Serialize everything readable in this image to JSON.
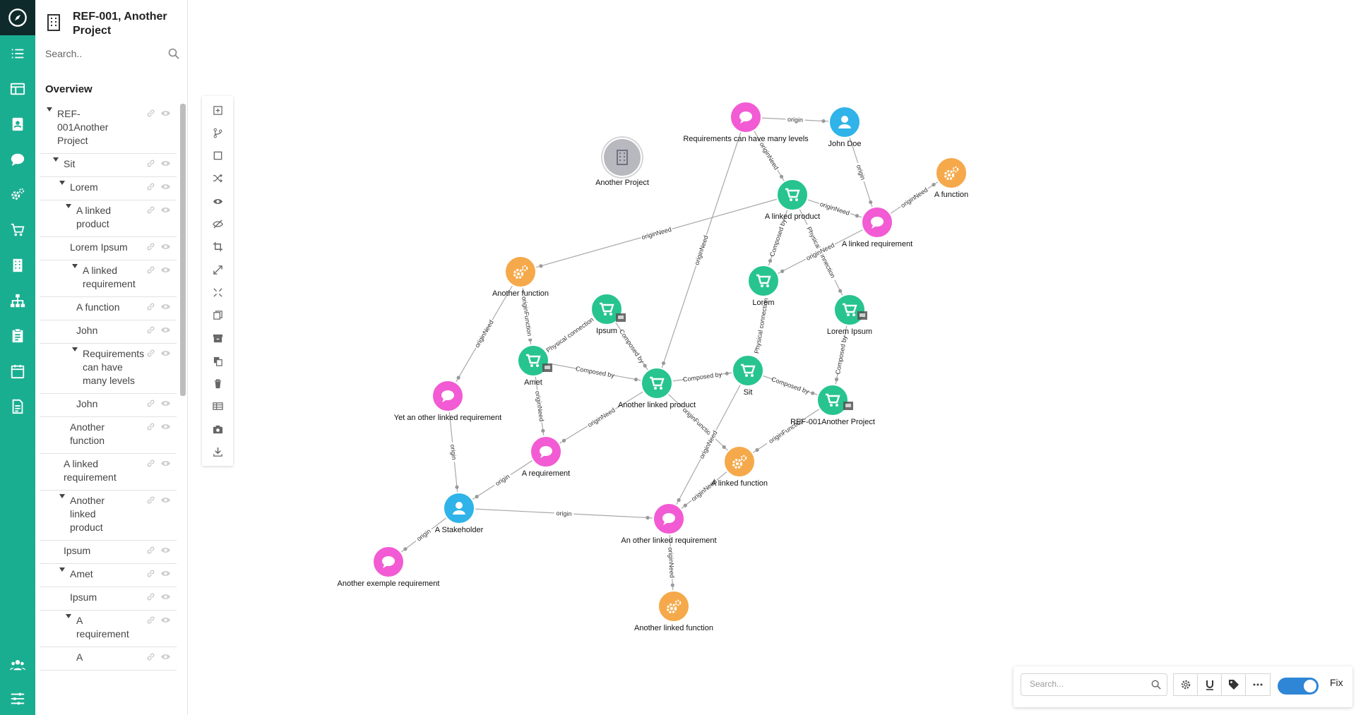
{
  "project": {
    "title": "REF-001, Another Project"
  },
  "panel": {
    "search_placeholder": "Search..",
    "overview_label": "Overview",
    "tree": [
      {
        "label": "REF-001Another Project",
        "lines": [
          "REF-",
          "001Another",
          "Project"
        ],
        "expandable": true
      },
      {
        "label": "Sit",
        "lines": [
          "Sit"
        ],
        "expandable": true
      },
      {
        "label": "Lorem",
        "lines": [
          "Lorem"
        ],
        "expandable": true
      },
      {
        "label": "A linked product",
        "lines": [
          "A linked",
          "product"
        ],
        "expandable": true
      },
      {
        "label": "Lorem Ipsum",
        "lines": [
          "Lorem Ipsum"
        ],
        "expandable": false
      },
      {
        "label": "A linked requirement",
        "lines": [
          "A linked",
          "requirement"
        ],
        "expandable": true
      },
      {
        "label": "A function",
        "lines": [
          "A function"
        ],
        "expandable": false
      },
      {
        "label": "John",
        "lines": [
          "John"
        ],
        "expandable": false
      },
      {
        "label": "Requirements can have many levels",
        "lines": [
          "Requirements",
          "can have",
          "many levels"
        ],
        "expandable": true
      },
      {
        "label": "John",
        "lines": [
          "John"
        ],
        "expandable": false
      },
      {
        "label": "Another function",
        "lines": [
          "Another",
          "function"
        ],
        "expandable": false
      },
      {
        "label": "A linked requirement",
        "lines": [
          "A linked",
          "requirement"
        ],
        "expandable": false
      },
      {
        "label": "Another linked product",
        "lines": [
          "Another",
          "linked",
          "product"
        ],
        "expandable": true
      },
      {
        "label": "Ipsum",
        "lines": [
          "Ipsum"
        ],
        "expandable": false
      },
      {
        "label": "Amet",
        "lines": [
          "Amet"
        ],
        "expandable": true
      },
      {
        "label": "Ipsum",
        "lines": [
          "Ipsum"
        ],
        "expandable": false
      },
      {
        "label": "A requirement",
        "lines": [
          "A",
          "requirement"
        ],
        "expandable": true
      },
      {
        "label": "A",
        "lines": [
          "A"
        ],
        "expandable": false
      }
    ]
  },
  "rail_icons": [
    "compass-icon",
    "task-list-icon",
    "board-icon",
    "contact-card-icon",
    "chat-icon",
    "gears-icon",
    "cart-icon",
    "building-icon",
    "hierarchy-icon",
    "clipboard-icon",
    "calendar-icon",
    "document-icon",
    "people-icon",
    "sliders-icon"
  ],
  "toolbar_icons": [
    "add-node-icon",
    "branch-icon",
    "square-icon",
    "shuffle-icon",
    "show-icon",
    "hide-icon",
    "crop-icon",
    "expand-icon",
    "fit-icon",
    "copy-icon",
    "archive-icon",
    "duplicate-icon",
    "trash-icon",
    "table-icon",
    "camera-icon",
    "download-icon"
  ],
  "graph": {
    "colors": {
      "requirement": "#f25bd3",
      "stakeholder": "#2fb3e9",
      "product": "#27c48f",
      "function": "#f5a94a",
      "project": "#b8b8bf"
    },
    "nodes": [
      {
        "id": "req_levels",
        "type": "requirement",
        "label": "Requirements can have many levels"
      },
      {
        "id": "john",
        "type": "stakeholder",
        "label": "John Doe"
      },
      {
        "id": "project",
        "type": "project",
        "label": "Another Project"
      },
      {
        "id": "a_function",
        "type": "function",
        "label": "A function"
      },
      {
        "id": "linked_product",
        "type": "product",
        "label": "A linked product"
      },
      {
        "id": "linked_req",
        "type": "requirement",
        "label": "A linked requirement"
      },
      {
        "id": "another_function",
        "type": "function",
        "label": "Another function"
      },
      {
        "id": "lorem",
        "type": "product",
        "label": "Lorem"
      },
      {
        "id": "lorem_ipsum",
        "type": "product",
        "label": "Lorem Ipsum"
      },
      {
        "id": "ipsum",
        "type": "product",
        "label": "Ipsum"
      },
      {
        "id": "amet",
        "type": "product",
        "label": "Amet"
      },
      {
        "id": "another_linked_product",
        "type": "product",
        "label": "Another linked product"
      },
      {
        "id": "sit",
        "type": "product",
        "label": "Sit"
      },
      {
        "id": "ref001",
        "type": "product",
        "label": "REF-001Another Project"
      },
      {
        "id": "yet_req",
        "type": "requirement",
        "label": "Yet an other linked requirement"
      },
      {
        "id": "a_req",
        "type": "requirement",
        "label": "A requirement"
      },
      {
        "id": "a_linked_function",
        "type": "function",
        "label": "A linked function"
      },
      {
        "id": "stakeholder",
        "type": "stakeholder",
        "label": "A Stakeholder"
      },
      {
        "id": "other_req",
        "type": "requirement",
        "label": "An other linked requirement"
      },
      {
        "id": "exemple_req",
        "type": "requirement",
        "label": "Another exemple requirement"
      },
      {
        "id": "another_linked_function",
        "type": "function",
        "label": "Another linked function"
      }
    ],
    "edges": [
      {
        "from": "req_levels",
        "to": "john",
        "label": "origin"
      },
      {
        "from": "req_levels",
        "to": "linked_product",
        "label": "originNeed"
      },
      {
        "from": "john",
        "to": "linked_req",
        "label": "origin"
      },
      {
        "from": "linked_req",
        "to": "a_function",
        "label": "originNeed"
      },
      {
        "from": "linked_product",
        "to": "linked_req",
        "label": "originNeed"
      },
      {
        "from": "linked_product",
        "to": "another_function",
        "label": "originNeed"
      },
      {
        "from": "linked_product",
        "to": "lorem",
        "label": "Composed by"
      },
      {
        "from": "linked_product",
        "to": "lorem_ipsum",
        "label": "Physical connection"
      },
      {
        "from": "linked_req",
        "to": "lorem",
        "label": "originNeed"
      },
      {
        "from": "req_levels",
        "to": "another_linked_product",
        "label": "originNeed"
      },
      {
        "from": "another_function",
        "to": "amet",
        "label": "originFunction"
      },
      {
        "from": "another_function",
        "to": "yet_req",
        "label": "originNeed"
      },
      {
        "from": "amet",
        "to": "ipsum",
        "label": "Physical connection"
      },
      {
        "from": "ipsum",
        "to": "another_linked_product",
        "label": "Composed by"
      },
      {
        "from": "amet",
        "to": "another_linked_product",
        "label": "Composed by"
      },
      {
        "from": "amet",
        "to": "a_req",
        "label": "originNeed"
      },
      {
        "from": "another_linked_product",
        "to": "sit",
        "label": "Composed by"
      },
      {
        "from": "lorem",
        "to": "sit",
        "label": "Composed by"
      },
      {
        "from": "lorem",
        "to": "sit",
        "label": "Physical connection"
      },
      {
        "from": "sit",
        "to": "ref001",
        "label": "Composed by"
      },
      {
        "from": "lorem_ipsum",
        "to": "ref001",
        "label": "Composed by"
      },
      {
        "from": "another_linked_product",
        "to": "a_linked_function",
        "label": "originFunction"
      },
      {
        "from": "another_linked_product",
        "to": "a_req",
        "label": "originNeed"
      },
      {
        "from": "ref001",
        "to": "a_linked_function",
        "label": "originFunction"
      },
      {
        "from": "yet_req",
        "to": "stakeholder",
        "label": "origin"
      },
      {
        "from": "a_req",
        "to": "stakeholder",
        "label": "origin"
      },
      {
        "from": "stakeholder",
        "to": "other_req",
        "label": "origin"
      },
      {
        "from": "stakeholder",
        "to": "exemple_req",
        "label": "origin"
      },
      {
        "from": "sit",
        "to": "other_req",
        "label": "originNeed"
      },
      {
        "from": "a_linked_function",
        "to": "other_req",
        "label": "originNeed"
      },
      {
        "from": "other_req",
        "to": "another_linked_function",
        "label": "originNeed"
      }
    ]
  },
  "bottom_bar": {
    "search_placeholder": "Search...",
    "buttons": [
      "settings-icon",
      "underline-icon",
      "tag-icon",
      "more-icon"
    ],
    "fix_label": "Fix",
    "fix_enabled": true
  }
}
